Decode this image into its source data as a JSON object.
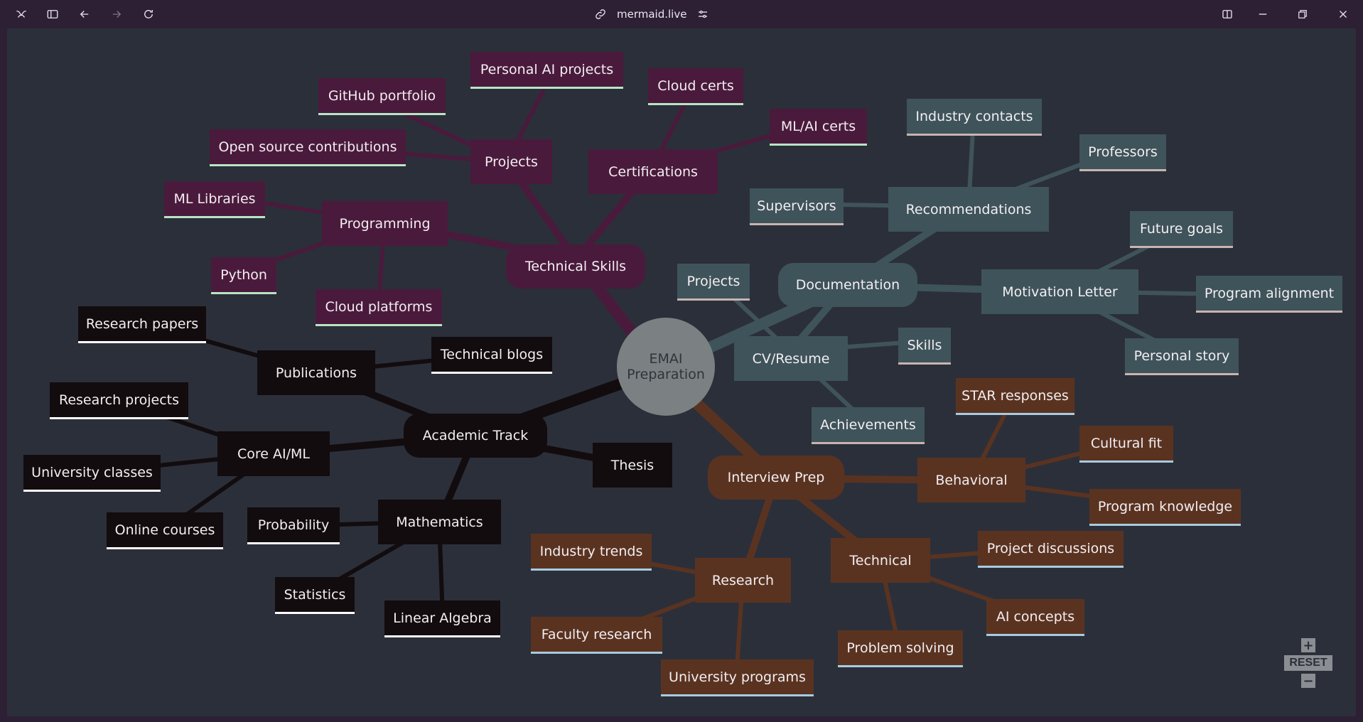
{
  "browser": {
    "url": "mermaid.live"
  },
  "mindmap": {
    "root": {
      "line1": "EMAI",
      "line2": "Preparation"
    },
    "technical": {
      "label": "Technical Skills",
      "projects": {
        "label": "Projects",
        "items": [
          "Personal AI projects",
          "GitHub portfolio",
          "Open source contributions"
        ]
      },
      "certifications": {
        "label": "Certifications",
        "items": [
          "Cloud certs",
          "ML/AI certs"
        ]
      },
      "programming": {
        "label": "Programming",
        "items": [
          "ML Libraries",
          "Python",
          "Cloud platforms"
        ]
      }
    },
    "documentation": {
      "label": "Documentation",
      "recommendations": {
        "label": "Recommendations",
        "items": [
          "Industry contacts",
          "Professors",
          "Supervisors"
        ]
      },
      "motivation": {
        "label": "Motivation Letter",
        "items": [
          "Future goals",
          "Program alignment",
          "Personal story"
        ]
      },
      "cv": {
        "label": "CV/Resume",
        "items": [
          "Projects",
          "Skills",
          "Achievements"
        ]
      }
    },
    "academic": {
      "label": "Academic Track",
      "publications": {
        "label": "Publications",
        "items": [
          "Research papers",
          "Technical blogs"
        ]
      },
      "core": {
        "label": "Core AI/ML",
        "items": [
          "Research projects",
          "University classes",
          "Online courses"
        ]
      },
      "math": {
        "label": "Mathematics",
        "items": [
          "Probability",
          "Statistics",
          "Linear Algebra"
        ]
      },
      "thesis": "Thesis"
    },
    "interview": {
      "label": "Interview Prep",
      "behavioral": {
        "label": "Behavioral",
        "items": [
          "STAR responses",
          "Cultural fit",
          "Program knowledge"
        ]
      },
      "technical": {
        "label": "Technical",
        "items": [
          "Project discussions",
          "AI concepts",
          "Problem solving"
        ]
      },
      "research": {
        "label": "Research",
        "items": [
          "Industry trends",
          "Faculty research",
          "University programs"
        ]
      }
    }
  },
  "zoom": {
    "plus": "+",
    "reset": "RESET",
    "minus": "−"
  },
  "colors": {
    "technical": "#4a1a3c",
    "technical_leaf_underline": "#b7e6c4",
    "documentation": "#3f535a",
    "documentation_leaf_underline": "#c8b4b0",
    "academic": "#120c0e",
    "academic_leaf_underline": "#ffffff",
    "interview": "#5a3320",
    "interview_leaf_underline": "#a8cbe0",
    "background": "#2b2f3a"
  }
}
